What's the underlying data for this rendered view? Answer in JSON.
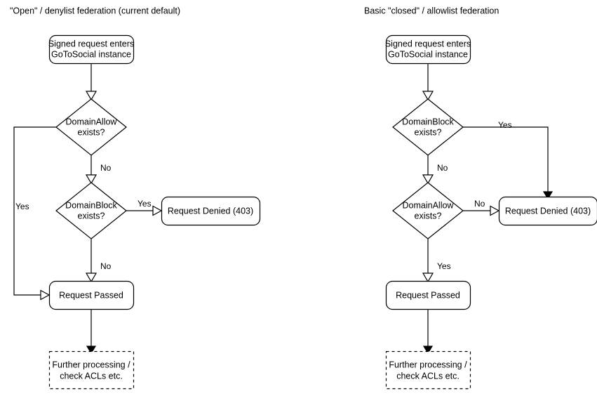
{
  "diagram": {
    "title_left": "\"Open\" / denylist federation (current default)",
    "title_right": "Basic \"closed\" / allowlist federation",
    "panels": [
      {
        "id": "denylist",
        "title": "\"Open\" / denylist federation (current default)",
        "nodes": {
          "start_line1": "Signed request enters",
          "start_line2": "GoToSocial instance",
          "decision1_line1": "DomainAllow",
          "decision1_line2": "exists?",
          "decision2_line1": "DomainBlock",
          "decision2_line2": "exists?",
          "denied": "Request Denied (403)",
          "passed": "Request Passed",
          "further_line1": "Further processing /",
          "further_line2": "check ACLs etc."
        },
        "edge_labels": {
          "allow_yes": "Yes",
          "allow_no": "No",
          "block_yes": "Yes",
          "block_no": "No"
        }
      },
      {
        "id": "allowlist",
        "title": "Basic \"closed\" / allowlist federation",
        "nodes": {
          "start_line1": "Signed request enters",
          "start_line2": "GoToSocial instance",
          "decision1_line1": "DomainBlock",
          "decision1_line2": "exists?",
          "decision2_line1": "DomainAllow",
          "decision2_line2": "exists?",
          "denied": "Request Denied (403)",
          "passed": "Request Passed",
          "further_line1": "Further processing /",
          "further_line2": "check ACLs etc."
        },
        "edge_labels": {
          "block_yes": "Yes",
          "block_no": "No",
          "allow_no": "No",
          "allow_yes": "Yes"
        }
      }
    ],
    "colors": {
      "stroke": "#000000",
      "fill": "#ffffff",
      "text": "#000000"
    }
  }
}
